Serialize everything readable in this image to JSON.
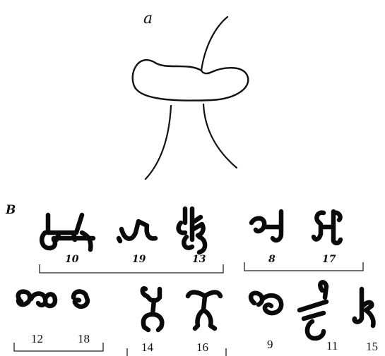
{
  "panel_a": {
    "label": "a"
  },
  "panel_b": {
    "label": "B",
    "groups": [
      {
        "numbers": [
          "10",
          "19",
          "13"
        ]
      },
      {
        "numbers": [
          "8",
          "17"
        ]
      },
      {
        "numbers": [
          "12",
          "18"
        ]
      },
      {
        "numbers": [
          "14",
          "16"
        ]
      },
      {
        "numbers": [
          "9",
          "11",
          "15"
        ]
      }
    ]
  },
  "colors": {
    "ink": "#111111",
    "background": "#ffffff"
  }
}
